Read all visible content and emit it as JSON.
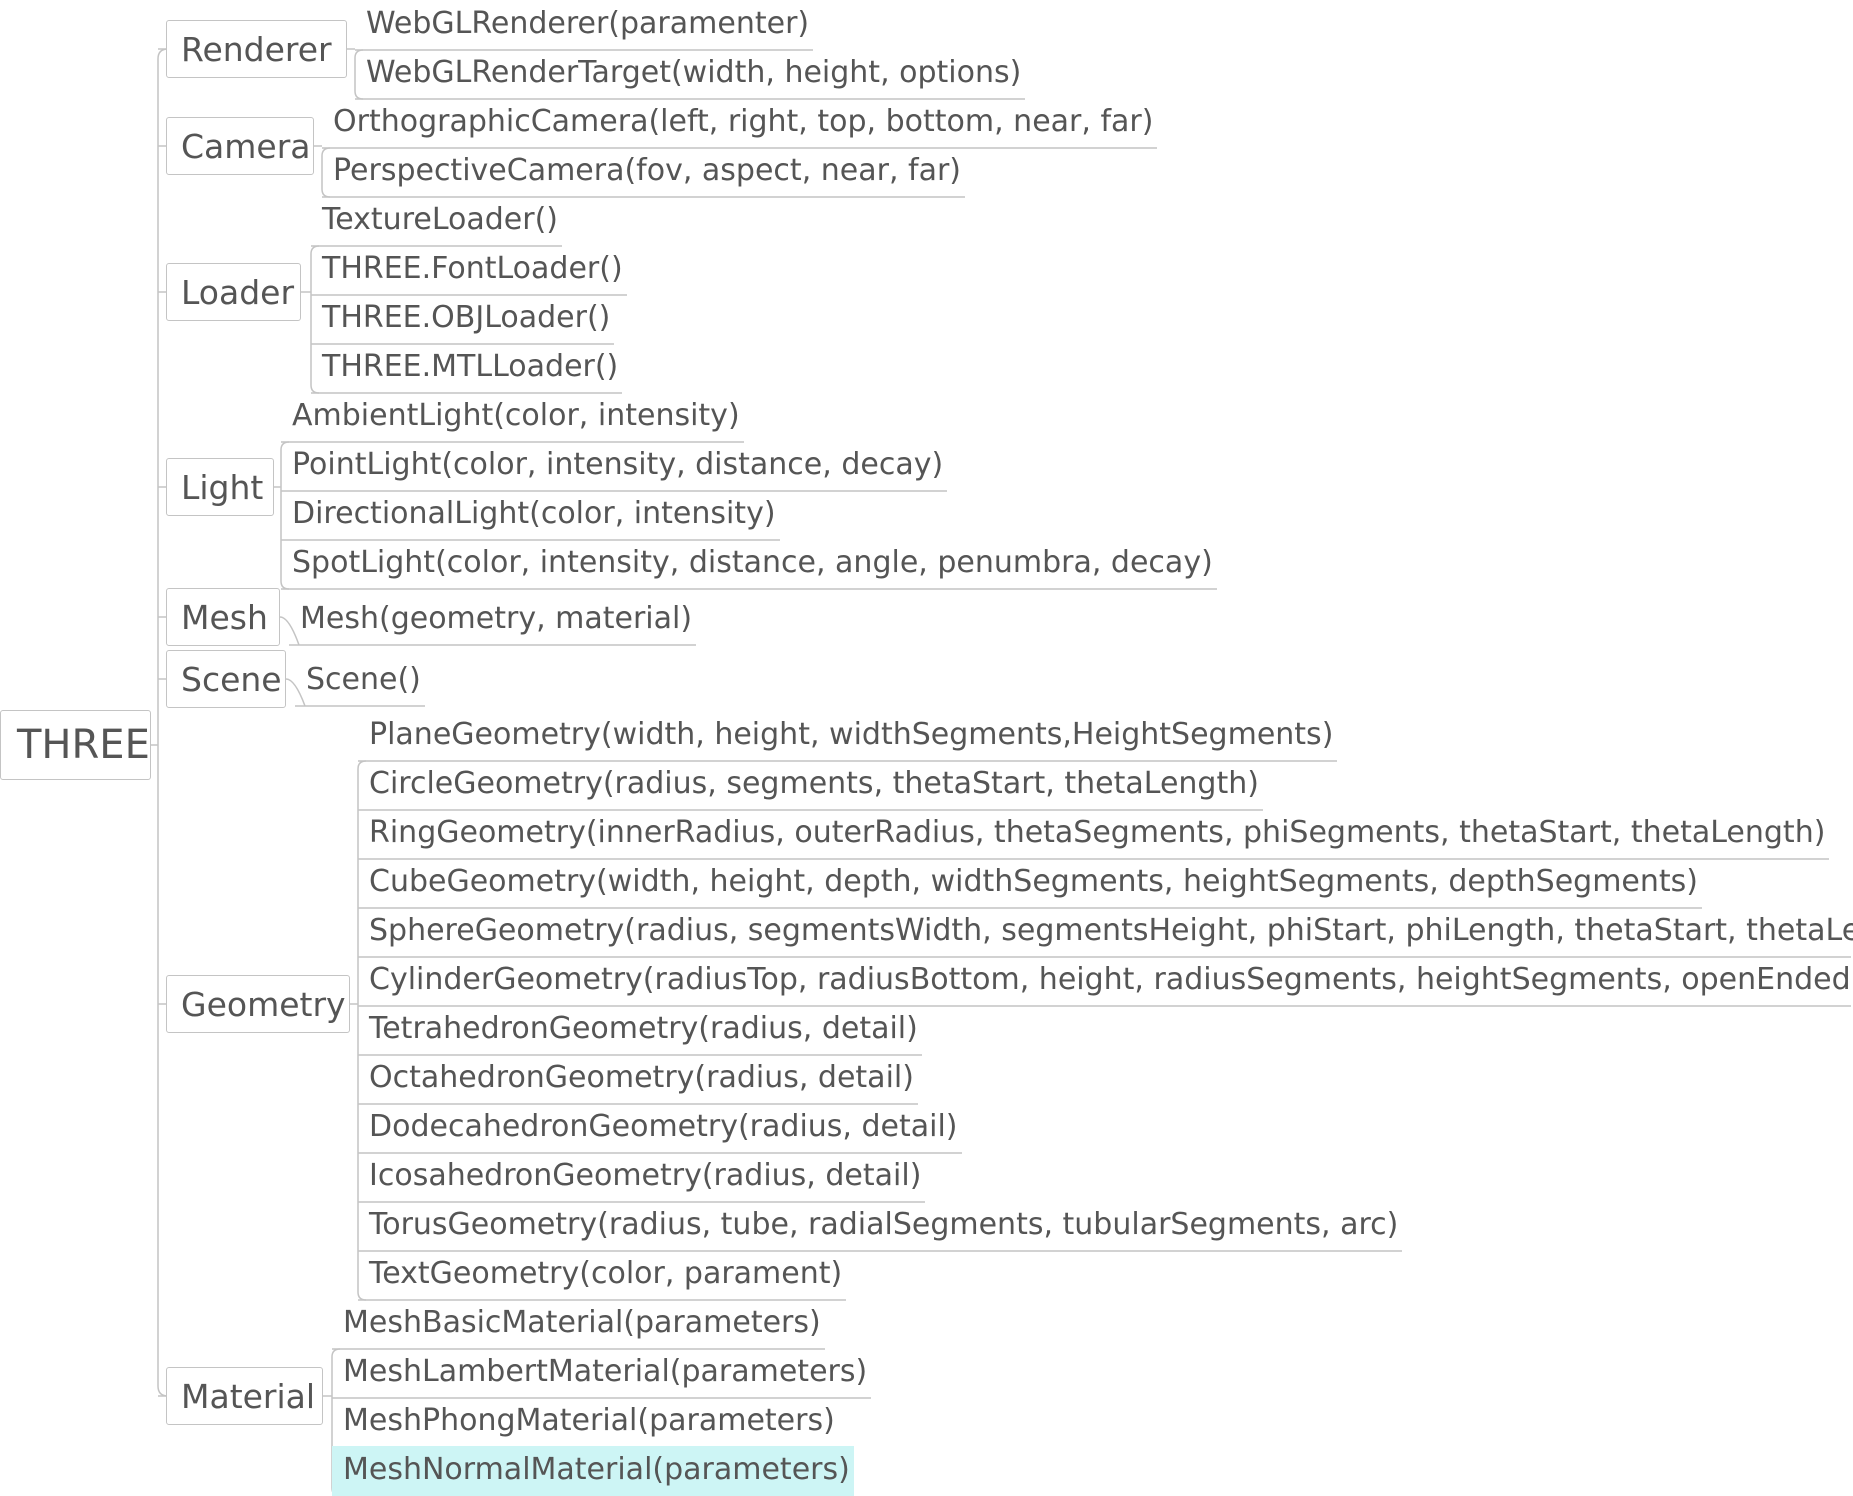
{
  "root": {
    "label": "THREE"
  },
  "groups": [
    {
      "label": "Renderer",
      "items": [
        "WebGLRenderer(paramenter)",
        "WebGLRenderTarget(width, height, options)"
      ]
    },
    {
      "label": "Camera",
      "items": [
        "OrthographicCamera(left, right, top, bottom, near, far)",
        "PerspectiveCamera(fov, aspect, near, far)"
      ]
    },
    {
      "label": "Loader",
      "items": [
        "TextureLoader()",
        "THREE.FontLoader()",
        "THREE.OBJLoader()",
        "THREE.MTLLoader()"
      ]
    },
    {
      "label": "Light",
      "items": [
        "AmbientLight(color, intensity)",
        "PointLight(color, intensity, distance, decay)",
        "DirectionalLight(color, intensity)",
        "SpotLight(color, intensity, distance, angle, penumbra, decay)"
      ]
    },
    {
      "label": "Mesh",
      "items": [
        "Mesh(geometry, material)"
      ]
    },
    {
      "label": "Scene",
      "items": [
        "Scene()"
      ]
    },
    {
      "label": "Geometry",
      "items": [
        "PlaneGeometry(width, height, widthSegments,HeightSegments)",
        "CircleGeometry(radius, segments, thetaStart, thetaLength)",
        "RingGeometry(innerRadius, outerRadius, thetaSegments, phiSegments, thetaStart, thetaLength)",
        "CubeGeometry(width, height, depth, widthSegments, heightSegments, depthSegments)",
        "SphereGeometry(radius, segmentsWidth, segmentsHeight, phiStart, phiLength, thetaStart, thetaLength)",
        "CylinderGeometry(radiusTop, radiusBottom, height, radiusSegments, heightSegments, openEnded)",
        "TetrahedronGeometry(radius, detail)",
        "OctahedronGeometry(radius, detail)",
        "DodecahedronGeometry(radius, detail)",
        "IcosahedronGeometry(radius, detail)",
        "TorusGeometry(radius, tube, radialSegments, tubularSegments, arc)",
        "TextGeometry(color, parament)"
      ]
    },
    {
      "label": "Material",
      "items": [
        "MeshBasicMaterial(parameters)",
        "MeshLambertMaterial(parameters)",
        "MeshPhongMaterial(parameters)",
        "MeshNormalMaterial(parameters)"
      ]
    }
  ],
  "selected": {
    "group": 7,
    "item": 3
  },
  "colors": {
    "line": "#c4c4c4",
    "text": "#555555",
    "selected_bg": "#cdf5f5"
  }
}
